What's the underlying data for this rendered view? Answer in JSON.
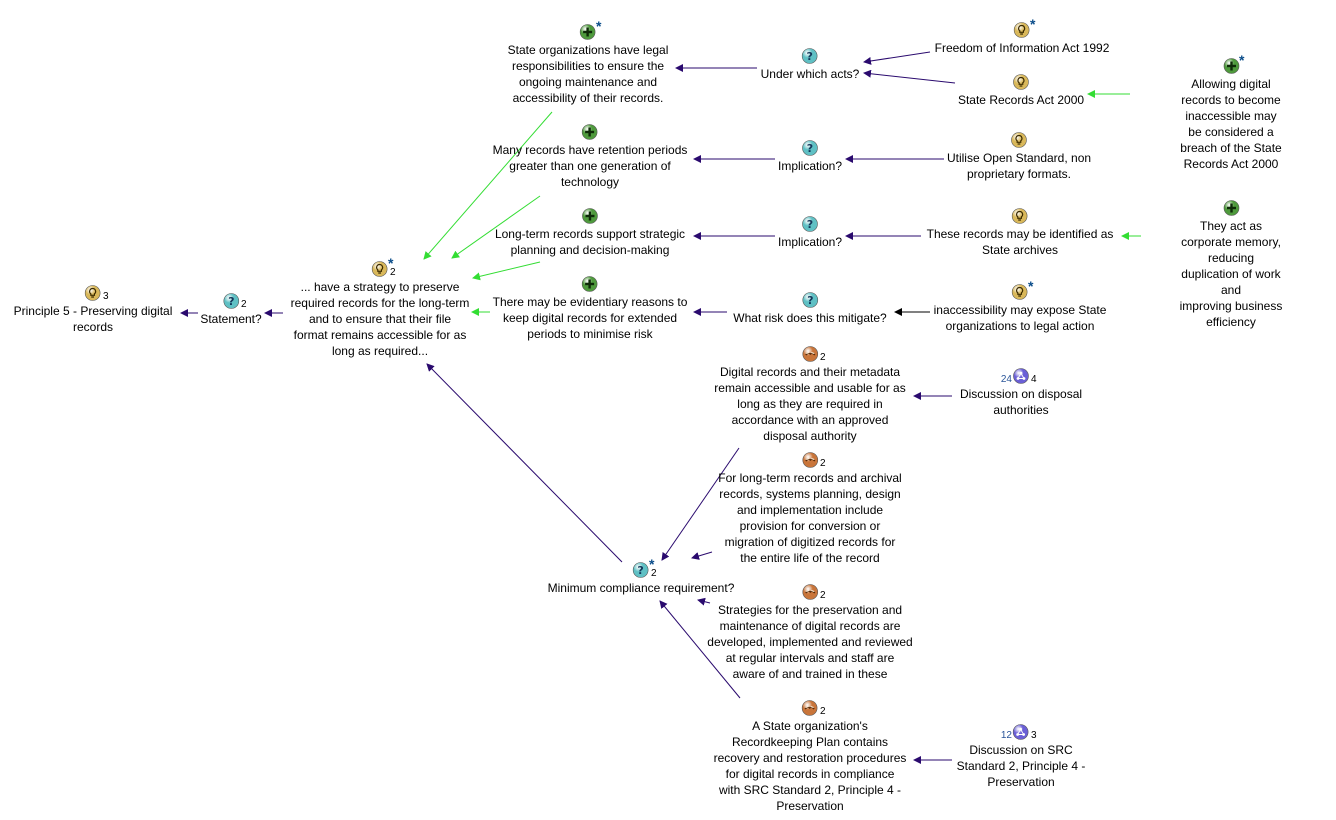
{
  "nodes": [
    {
      "id": "n0",
      "type": "idea",
      "text": "Principle 5 - Preserving digital\nrecords",
      "count": "3",
      "star": false
    },
    {
      "id": "n1",
      "type": "question",
      "text": "Statement?",
      "count": "2",
      "star": false
    },
    {
      "id": "n2",
      "type": "idea",
      "text": "... have a strategy to preserve\nrequired records for the long-term\nand to ensure that their file\nformat remains accessible for as\nlong as required...",
      "count": "2",
      "star": true
    },
    {
      "id": "n3",
      "type": "pro",
      "text": "State organizations have legal\nresponsibilities to ensure the\nongoing maintenance and\naccessibility of their records.",
      "count": "",
      "star": true
    },
    {
      "id": "n4",
      "type": "pro",
      "text": "Many records have retention periods\ngreater than one generation of\ntechnology",
      "count": "",
      "star": false
    },
    {
      "id": "n5",
      "type": "pro",
      "text": "Long-term records support strategic\nplanning and decision-making",
      "count": "",
      "star": false
    },
    {
      "id": "n6",
      "type": "pro",
      "text": "There may be evidentiary reasons to\nkeep digital records for extended\nperiods to minimise risk",
      "count": "",
      "star": false
    },
    {
      "id": "n7",
      "type": "question",
      "text": "Under which acts?",
      "count": "",
      "star": false
    },
    {
      "id": "n8",
      "type": "question",
      "text": "Implication?",
      "count": "",
      "star": false
    },
    {
      "id": "n9",
      "type": "question",
      "text": "Implication?",
      "count": "",
      "star": false
    },
    {
      "id": "n10",
      "type": "question",
      "text": "What  risk does this mitigate?",
      "count": "",
      "star": false
    },
    {
      "id": "n11",
      "type": "idea",
      "text": "Freedom of Information Act 1992",
      "count": "",
      "star": true
    },
    {
      "id": "n12",
      "type": "idea",
      "text": "State Records Act 2000",
      "count": "",
      "star": false
    },
    {
      "id": "n13",
      "type": "pro",
      "text": "Allowing digital records to become\ninaccessible may be considered a\nbreach of the State Records Act 2000",
      "count": "",
      "star": true
    },
    {
      "id": "n14",
      "type": "idea",
      "text": "Utilise Open Standard, non\nproprietary formats.",
      "count": "",
      "star": false
    },
    {
      "id": "n15",
      "type": "idea",
      "text": "These records may be identified as\nState archives",
      "count": "",
      "star": false
    },
    {
      "id": "n16",
      "type": "pro",
      "text": "They act as corporate memory,\nreducing duplication of work and\nimproving business efficiency",
      "count": "",
      "star": false
    },
    {
      "id": "n17",
      "type": "idea",
      "text": "inaccessibility may expose State\norganizations to legal action",
      "count": "",
      "star": true
    },
    {
      "id": "n18",
      "type": "agreement",
      "text": "Digital records and their metadata\nremain accessible and usable for as\nlong as they are required in\naccordance with an approved\ndisposal authority",
      "count": "2",
      "star": false
    },
    {
      "id": "n19",
      "type": "map",
      "text": "Discussion on disposal\nauthorities",
      "count": "4",
      "count_left": "24",
      "star": false
    },
    {
      "id": "n20",
      "type": "agreement",
      "text": "For long-term records and archival\nrecords, systems planning, design\nand implementation include\nprovision for conversion or\nmigration of digitized records for\nthe entire life of the record",
      "count": "2",
      "star": false
    },
    {
      "id": "n21",
      "type": "question",
      "text": "Minimum compliance requirement?",
      "count": "2",
      "star": true
    },
    {
      "id": "n22",
      "type": "agreement",
      "text": "Strategies for the preservation and\nmaintenance of digital records are\ndeveloped, implemented and reviewed\nat regular intervals and staff are\naware of and trained in these",
      "count": "2",
      "star": false
    },
    {
      "id": "n23",
      "type": "agreement",
      "text": "A State organization's\nRecordkeeping Plan contains\nrecovery and restoration procedures\nfor digital records in compliance\nwith SRC Standard 2, Principle 4 -\nPreservation",
      "count": "2",
      "star": false
    },
    {
      "id": "n24",
      "type": "map",
      "text": "Discussion on SRC\nStandard 2, Principle 4 -\nPreservation",
      "count": "3",
      "count_left": "12",
      "star": false
    }
  ],
  "colors": {
    "idea": "#d9b85a",
    "question": "#5fc0c4",
    "pro": "#4e9a3c",
    "agreement": "#c9753a",
    "map": "#6a5fd6",
    "link_default": "#2a0a6e",
    "link_pro": "#33dd33",
    "link_black": "#000000"
  }
}
